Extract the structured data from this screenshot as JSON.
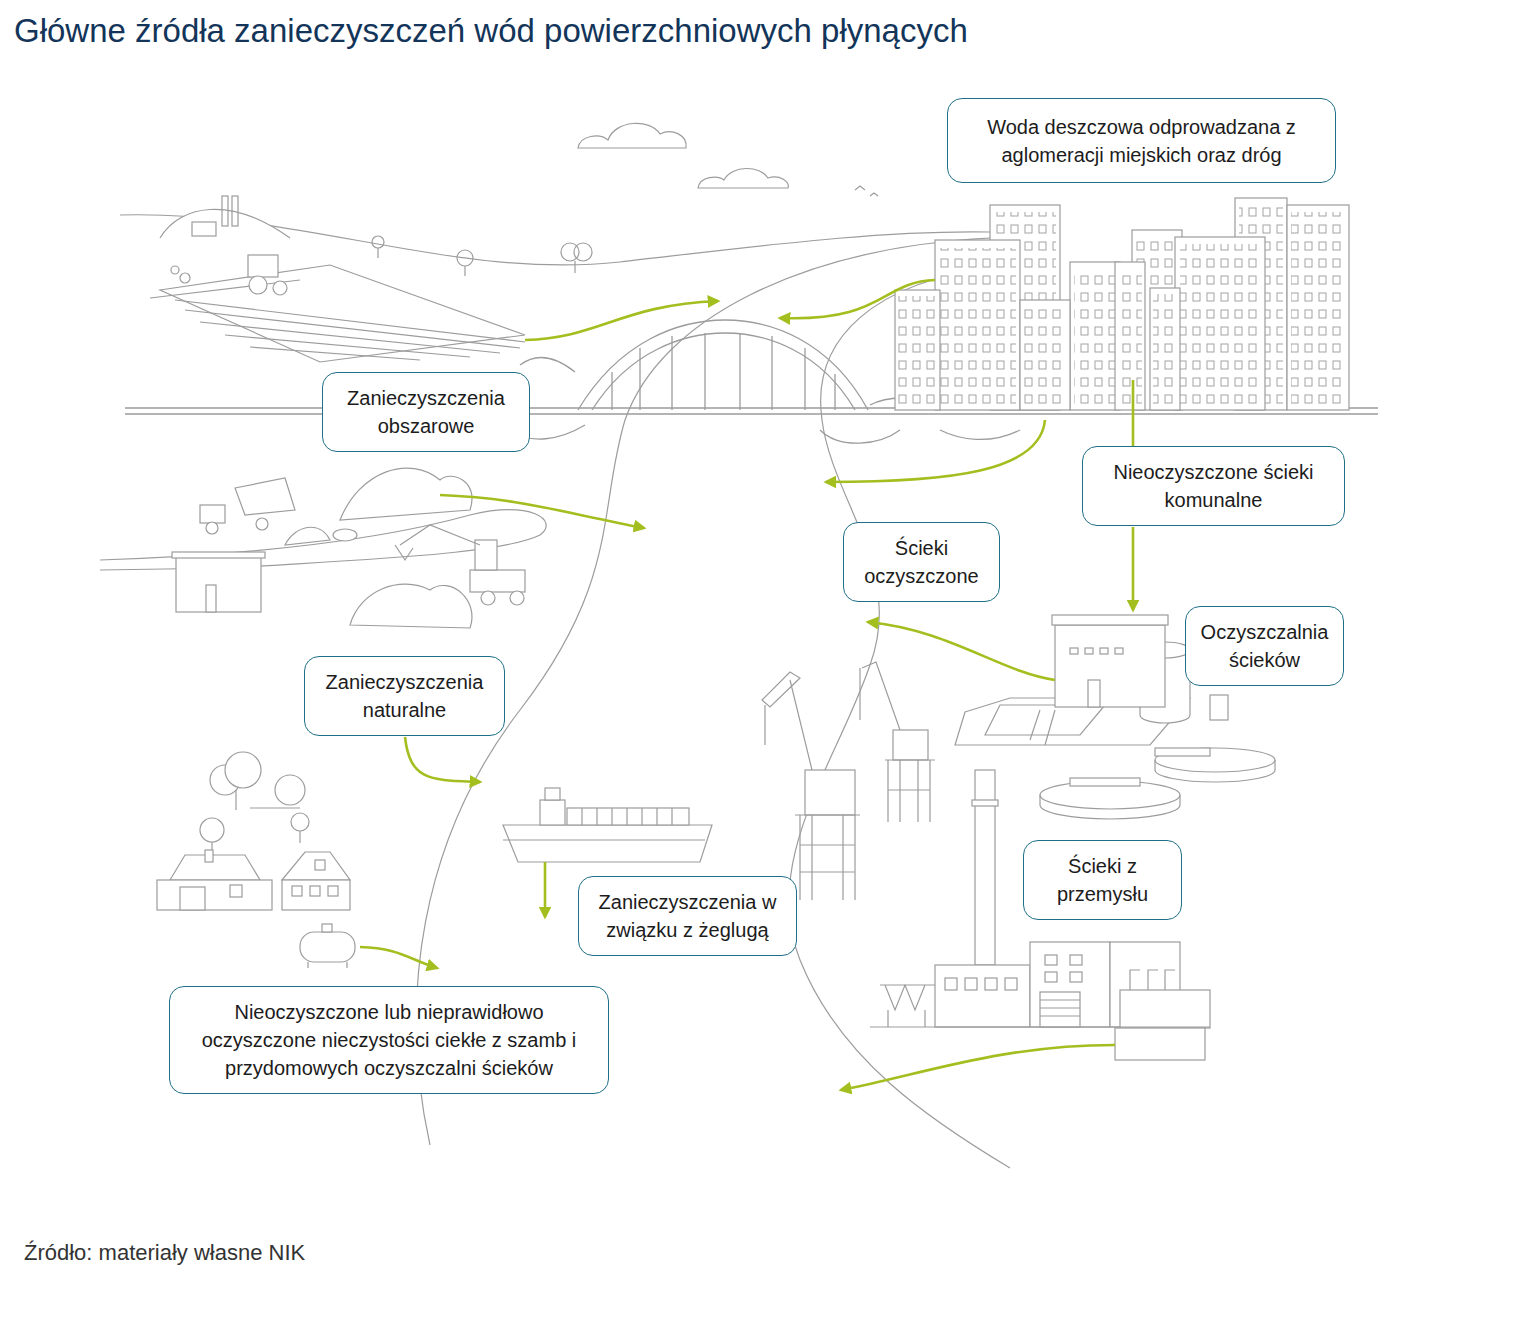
{
  "diagram": {
    "title": "Główne źródła zanieczyszczeń wód powierzchniowych płynących",
    "caption": "Źródło: materiały własne NIK",
    "nodes": [
      {
        "text": [
          "Woda deszczowa odprowadzana z aglomeracji miejskich oraz dróg"
        ]
      },
      {
        "text": [
          "Zanieczyszczenia obszarowe"
        ]
      },
      {
        "text": [
          "Nieoczyszczone ścieki komunalne"
        ]
      },
      {
        "text": [
          "Ścieki oczyszczone"
        ]
      },
      {
        "text": [
          "Oczyszczalnia ścieków"
        ]
      },
      {
        "text": [
          "Zanieczyszczenia naturalne"
        ]
      },
      {
        "text": [
          "Ścieki z przemysłu"
        ]
      },
      {
        "text": [
          "Zanieczyszczenia w związku z żeglugą"
        ]
      },
      {
        "text": [
          "Nieoczyszczone lub nieprawidłowo oczyszczone nieczystości ciekłe z szamb i przydomowych oczyszczalni ścieków"
        ]
      }
    ]
  }
}
